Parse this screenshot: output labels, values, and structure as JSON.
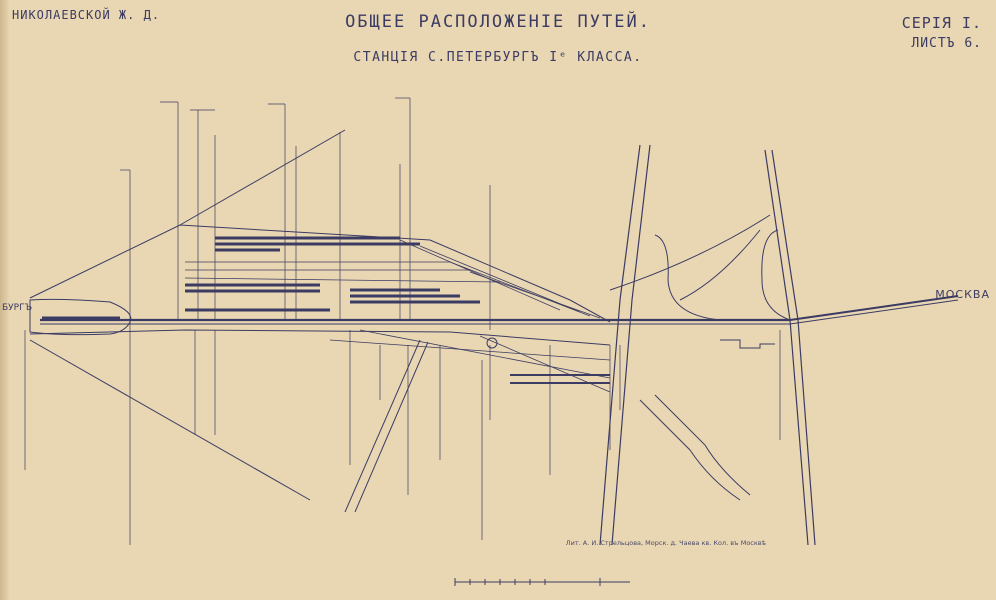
{
  "header": {
    "railway": "НИКОЛАЕВСКОЙ Ж. Д.",
    "title": "ОБЩЕЕ РАСПОЛОЖЕНІЕ ПУТЕЙ.",
    "subtitle": "СТАНЦІЯ С.ПЕТЕРБУРГЪ Iᵉ КЛАССА.",
    "series": "СЕРІЯ I.",
    "sheet": "ЛИСТЪ 6."
  },
  "map_labels": {
    "petersburg_edge": "БУРГЪ",
    "moscow": "МОСКВА"
  },
  "imprint": "Лит. А. И. Стрельцова, Морск. д. Чаева кв. Кол. въ Москвѣ",
  "colors": {
    "paper": "#e9d7b3",
    "ink": "#3b3b63"
  }
}
